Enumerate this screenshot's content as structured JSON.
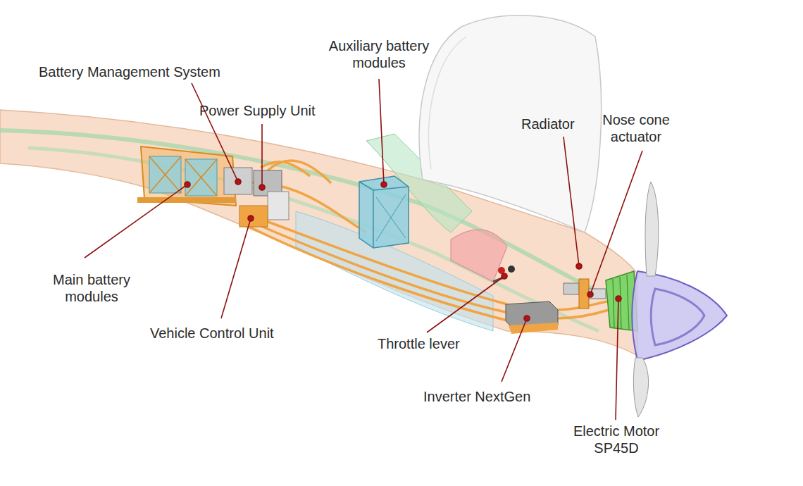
{
  "diagram": {
    "labels": [
      "Battery Management System",
      "Power Supply Unit",
      "Auxiliary battery modules",
      "Radiator",
      "Nose cone actuator",
      "Main battery modules",
      "Vehicle Control Unit",
      "Throttle lever",
      "Inverter NextGen",
      "Electric Motor SP45D"
    ]
  }
}
